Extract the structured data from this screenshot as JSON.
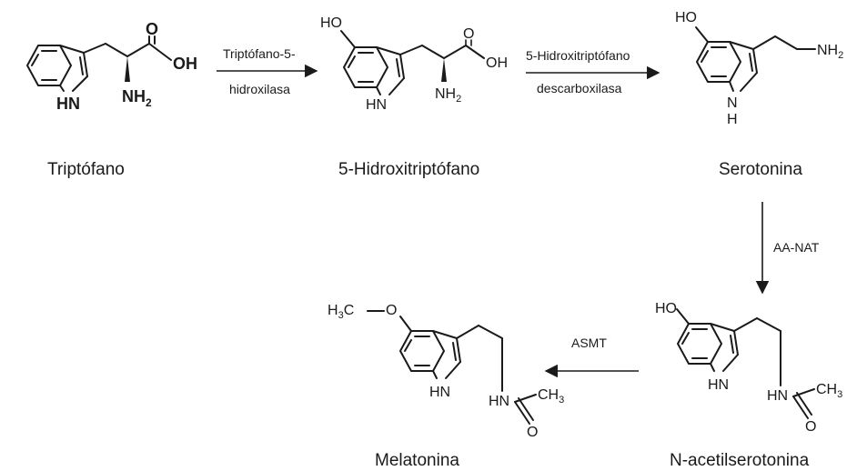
{
  "compounds": {
    "tryptophan": "Triptófano",
    "htp": "5-Hidroxitriptófano",
    "serotonin": "Serotonina",
    "nas": "N-acetilserotonina",
    "melatonin": "Melatonina"
  },
  "enzymes": {
    "tph_line1": "Triptófano-5-",
    "tph_line2": "hidroxilasa",
    "aadc_line1": "5-Hidroxitriptófano",
    "aadc_line2": "descarboxilasa",
    "aanat": "AA-NAT",
    "asmt": "ASMT"
  },
  "atoms": {
    "o": "O",
    "oh": "OH",
    "ho": "HO",
    "hn": "HN",
    "n": "N",
    "h": "H",
    "nh2": "NH",
    "sub2": "2",
    "h3c": "H",
    "sub3": "3",
    "c": "C",
    "ch3": "CH",
    "hn_amide": "HN"
  }
}
